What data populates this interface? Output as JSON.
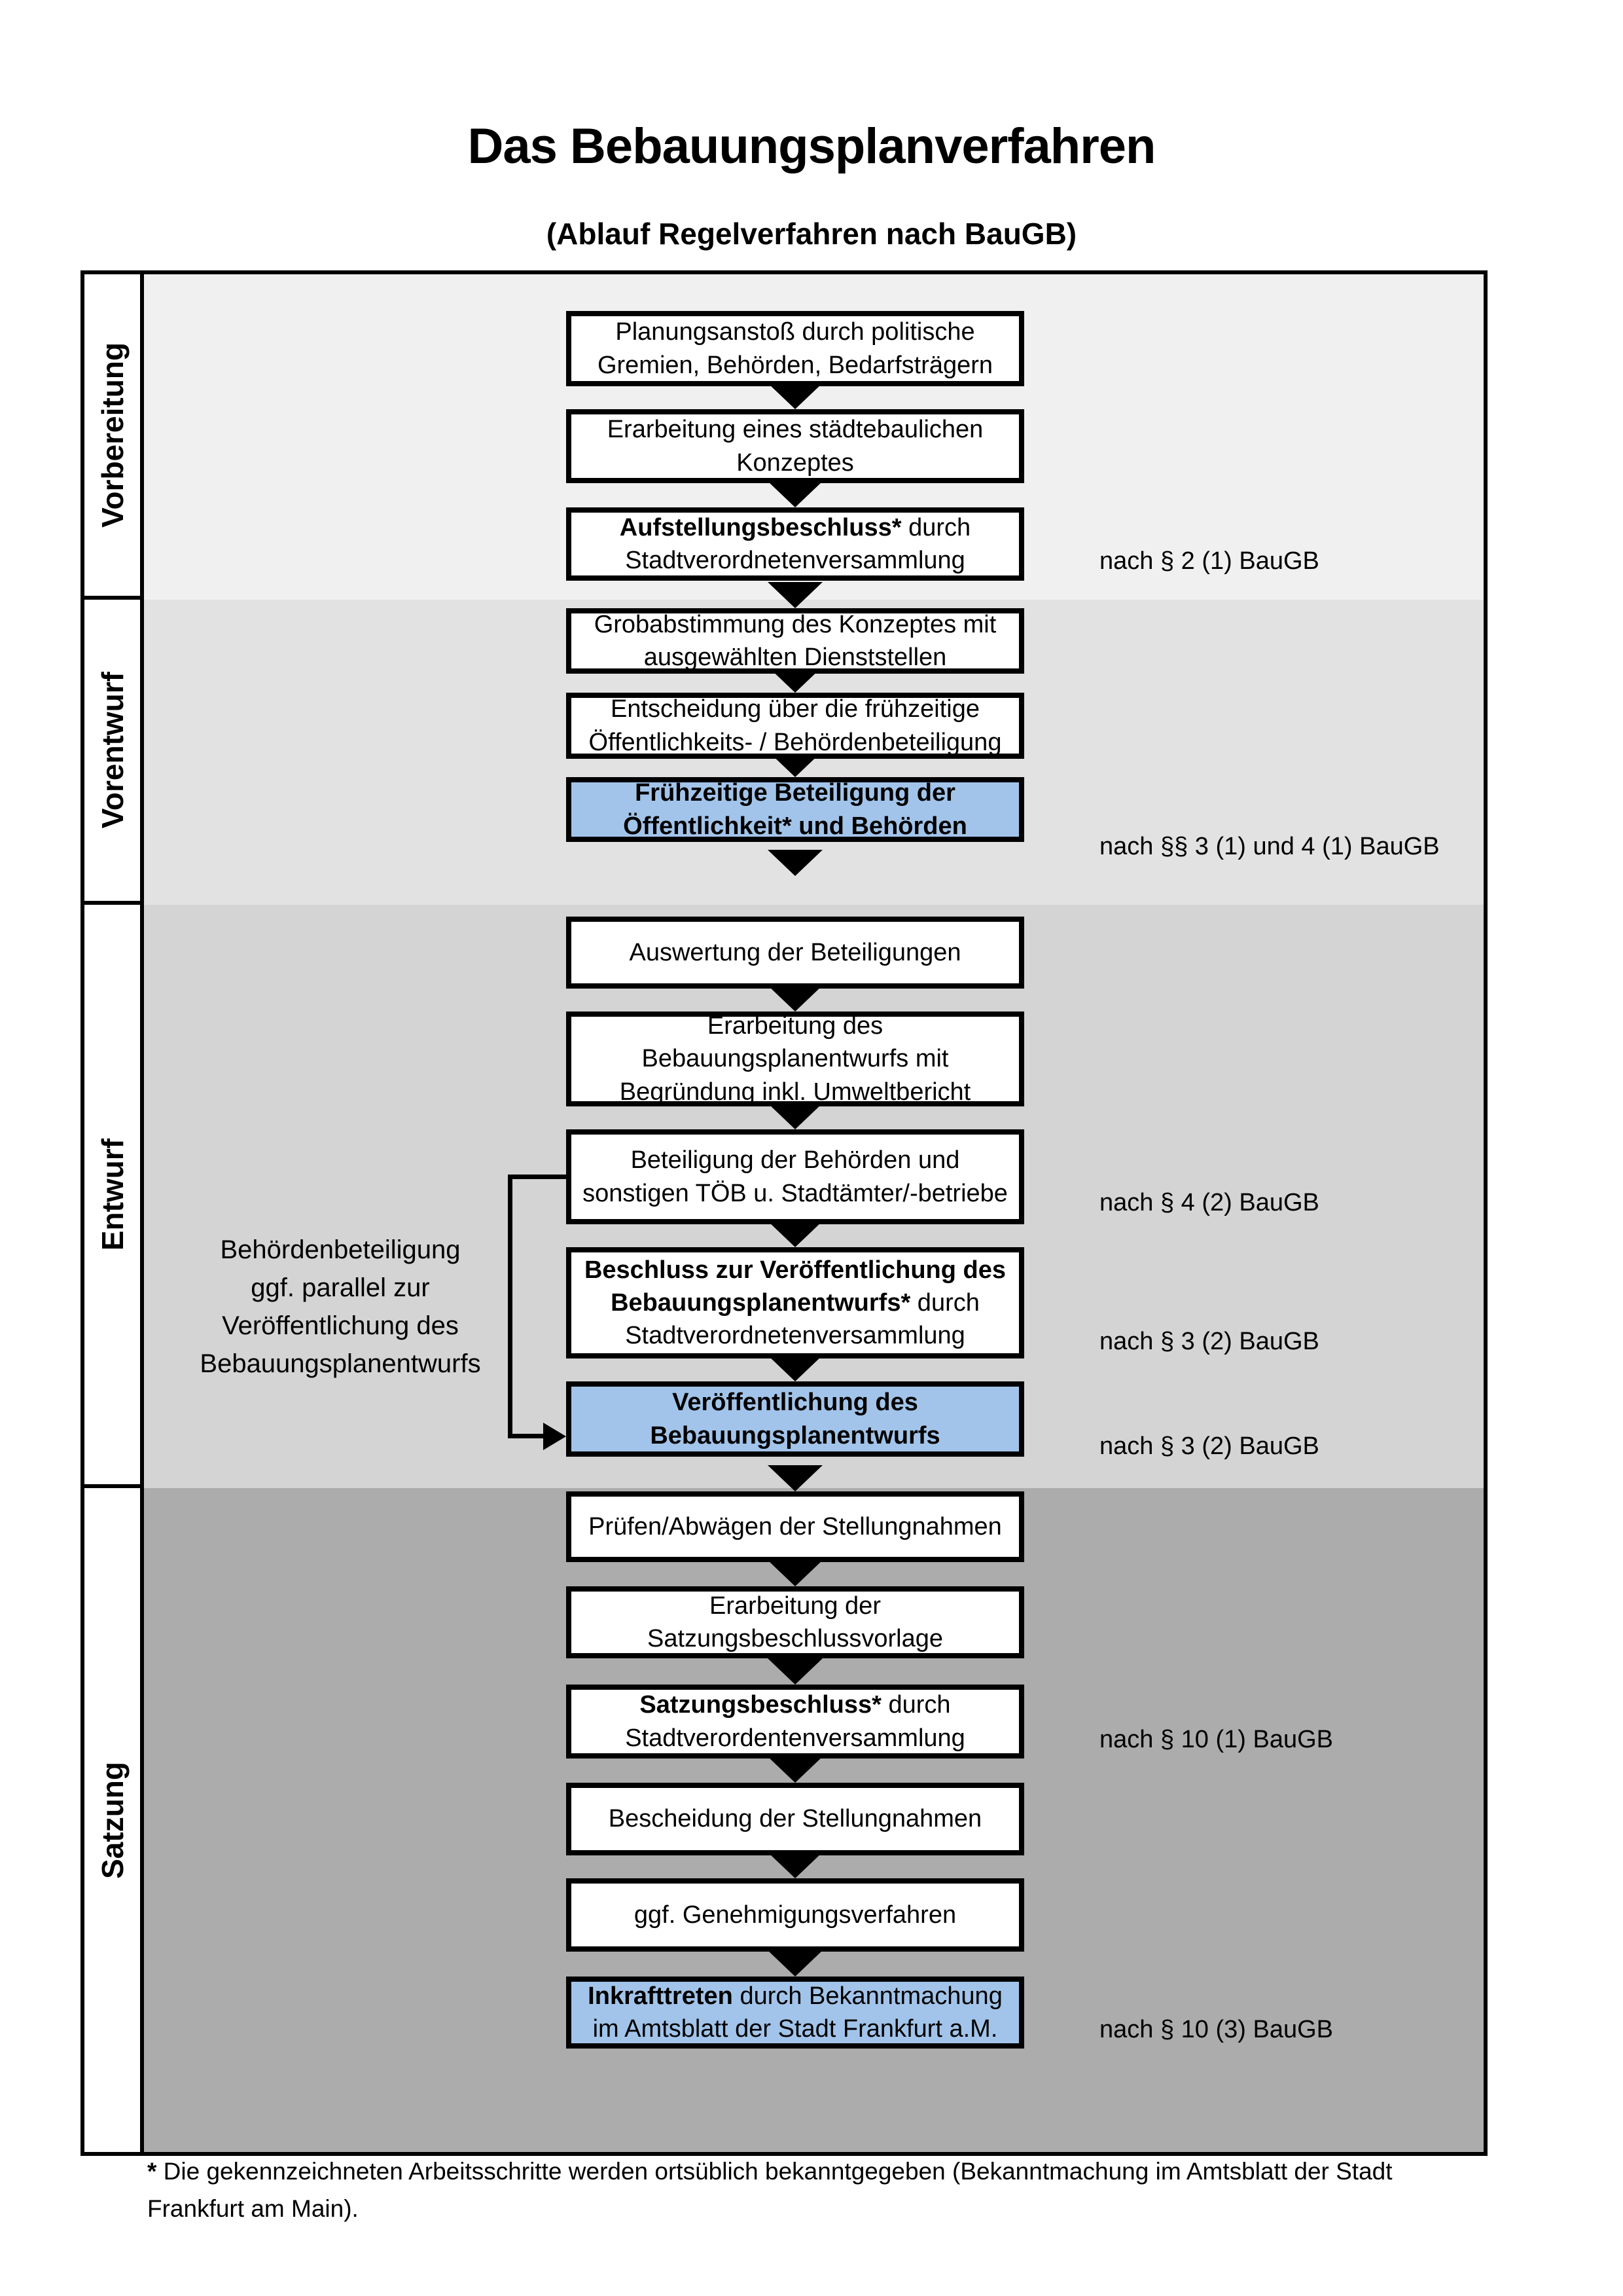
{
  "title": "Das Bebauungsplanverfahren",
  "subtitle": "(Ablauf Regelverfahren nach BauGB)",
  "colors": {
    "highlight_blue": "#a2c4ea",
    "band_vorbereitung": "#f1f0f0",
    "band_vorentwurf": "#e3e2e2",
    "band_entwurf": "#d4d4d4",
    "band_satzung": "#acacac"
  },
  "phases": [
    {
      "label": "Vorbereitung"
    },
    {
      "label": "Vorentwurf"
    },
    {
      "label": "Entwurf"
    },
    {
      "label": "Satzung"
    }
  ],
  "flow": {
    "boxes": [
      {
        "strong": "",
        "text": "Planungsanstoß durch politische\nGremien, Behörden, Bedarfsträgern"
      },
      {
        "strong": "",
        "text": "Erarbeitung eines städtebaulichen\nKonzeptes"
      },
      {
        "strong": "Aufstellungsbeschluss*",
        "text": " durch\nStadtverordnetenversammlung"
      },
      {
        "strong": "",
        "text": "Grobabstimmung des Konzeptes mit\nausgewählten Dienststellen"
      },
      {
        "strong": "",
        "text": "Entscheidung über die frühzeitige\nÖffentlichkeits- / Behördenbeteiligung"
      },
      {
        "strong": "Frühzeitige Beteiligung der\nÖffentlichkeit* und Behörden",
        "text": ""
      },
      {
        "strong": "",
        "text": "Auswertung der Beteiligungen"
      },
      {
        "strong": "",
        "text": "Erarbeitung des\nBebauungsplanentwurfs mit\nBegründung inkl. Umweltbericht"
      },
      {
        "strong": "",
        "text": "Beteiligung der Behörden und\nsonstigen TÖB u. Stadtämter/-betriebe"
      },
      {
        "strong": "Beschluss zur Veröffentlichung des\nBebauungsplanentwurfs*",
        "text": " durch\nStadtverordnetenversammlung"
      },
      {
        "strong": "Veröffentlichung des\nBebauungsplanentwurfs",
        "text": ""
      },
      {
        "strong": "",
        "text": "Prüfen/Abwägen der Stellungnahmen"
      },
      {
        "strong": "",
        "text": "Erarbeitung der\nSatzungsbeschlussvorlage"
      },
      {
        "strong": "Satzungsbeschluss*",
        "text": " durch\nStadtverordentenversammlung"
      },
      {
        "strong": "",
        "text": "Bescheidung der Stellungnahmen"
      },
      {
        "strong": "",
        "text": "ggf. Genehmigungsverfahren"
      },
      {
        "strong": "Inkrafttreten",
        "text": " durch Bekanntmachung\nim Amtsblatt der Stadt Frankfurt a.M."
      }
    ]
  },
  "refs": [
    {
      "text": "nach § 2 (1) BauGB"
    },
    {
      "text": "nach §§ 3 (1) und 4 (1) BauGB"
    },
    {
      "text": "nach § 4 (2) BauGB"
    },
    {
      "text": "nach § 3 (2) BauGB"
    },
    {
      "text": "nach § 3 (2) BauGB"
    },
    {
      "text": "nach § 10 (1) BauGB"
    },
    {
      "text": "nach § 10 (3) BauGB"
    }
  ],
  "side_note": "Behördenbeteiligung\nggf. parallel zur\nVeröffentlichung des\nBebauungsplanentwurfs",
  "footnote": {
    "star": "*",
    "text": " Die gekennzeichneten Arbeitsschritte werden ortsüblich bekanntgegeben (Bekanntmachung im Amtsblatt  der Stadt\nFrankfurt am Main)."
  }
}
